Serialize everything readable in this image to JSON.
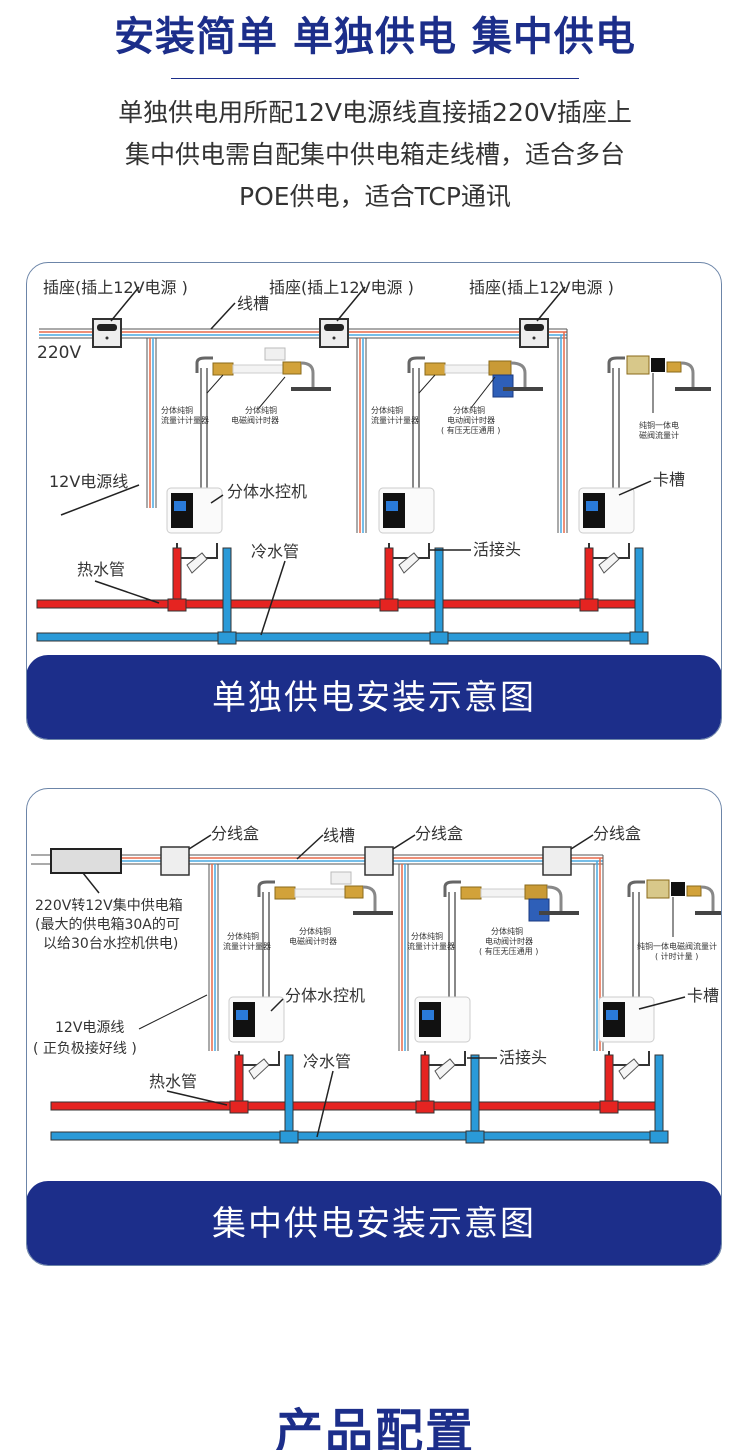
{
  "header": {
    "title": "安装简单 单独供电 集中供电",
    "description": [
      "单独供电用所配12V电源线直接插220V插座上",
      "集中供电需自配集中供电箱走线槽，适合多台",
      "POE供电，适合TCP通讯"
    ]
  },
  "diagram_individual": {
    "banner": "单独供电安装示意图",
    "labels": {
      "socket": "插座(插上12V电源 )",
      "trunking": "线槽",
      "voltage": "220V",
      "power_cord": "12V电源线",
      "controller": "分体水控机",
      "hot_pipe": "热水管",
      "cold_pipe": "冷水管",
      "union": "活接头",
      "clip": "卡槽",
      "unit1_meter": [
        "分体纯铜",
        "流量计计量器"
      ],
      "unit1_valve": [
        "分体纯铜",
        "电磁阀计时器"
      ],
      "unit2_meter": [
        "分体纯铜",
        "流量计计量器"
      ],
      "unit2_valve": [
        "分体纯铜",
        "电动阀计时器",
        "( 有压无压通用 )"
      ],
      "unit3_valve": [
        "纯铜一体电",
        "磁阀流量计"
      ]
    }
  },
  "diagram_central": {
    "banner": "集中供电安装示意图",
    "labels": {
      "junction_box": "分线盒",
      "trunking": "线槽",
      "power_box": [
        "220V转12V集中供电箱",
        "(最大的供电箱30A的可",
        "以给30台水控机供电)"
      ],
      "power_cord": [
        "12V电源线",
        "( 正负极接好线 )"
      ],
      "controller": "分体水控机",
      "hot_pipe": "热水管",
      "cold_pipe": "冷水管",
      "union": "活接头",
      "clip": "卡槽",
      "unit1_meter": [
        "分体纯铜",
        "流量计计量器"
      ],
      "unit1_valve": [
        "分体纯铜",
        "电磁阀计时器"
      ],
      "unit2_meter": [
        "分体纯铜",
        "流量计计量器"
      ],
      "unit2_valve": [
        "分体纯铜",
        "电动阀计时器",
        "( 有压无压通用 )"
      ],
      "unit3_valve": [
        "纯铜一体电磁阀流量计",
        "( 计时计量 )"
      ]
    }
  },
  "footer": {
    "title": "产品配置"
  },
  "colors": {
    "brand_blue": "#1c2e8a",
    "hot_pipe": "#e52421",
    "cold_pipe": "#2a9ad8"
  }
}
